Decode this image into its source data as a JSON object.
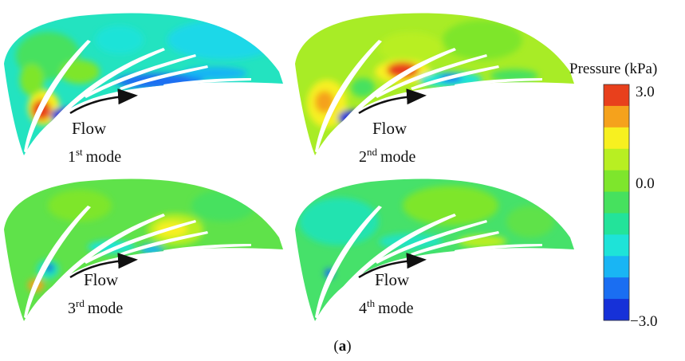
{
  "panels": [
    {
      "flow_label": "Flow",
      "mode_num": "1",
      "mode_sup": "st",
      "mode_word": "mode"
    },
    {
      "flow_label": "Flow",
      "mode_num": "2",
      "mode_sup": "nd",
      "mode_word": "mode"
    },
    {
      "flow_label": "Flow",
      "mode_num": "3",
      "mode_sup": "rd",
      "mode_word": "mode"
    },
    {
      "flow_label": "Flow",
      "mode_num": "4",
      "mode_sup": "th",
      "mode_word": "mode"
    }
  ],
  "colorbar": {
    "title": "Pressure (kPa)",
    "max_label": "3.0",
    "mid_label": "0.0",
    "min_label": "−3.0",
    "colors": [
      "#e8401c",
      "#f5a21c",
      "#f7f020",
      "#b8ef22",
      "#7ee62c",
      "#46e15e",
      "#23e39a",
      "#1ee3d8",
      "#19b5f4",
      "#1a6ef2",
      "#1631d8"
    ]
  },
  "caption": {
    "open": "(",
    "letter": "a",
    "close": ")"
  }
}
